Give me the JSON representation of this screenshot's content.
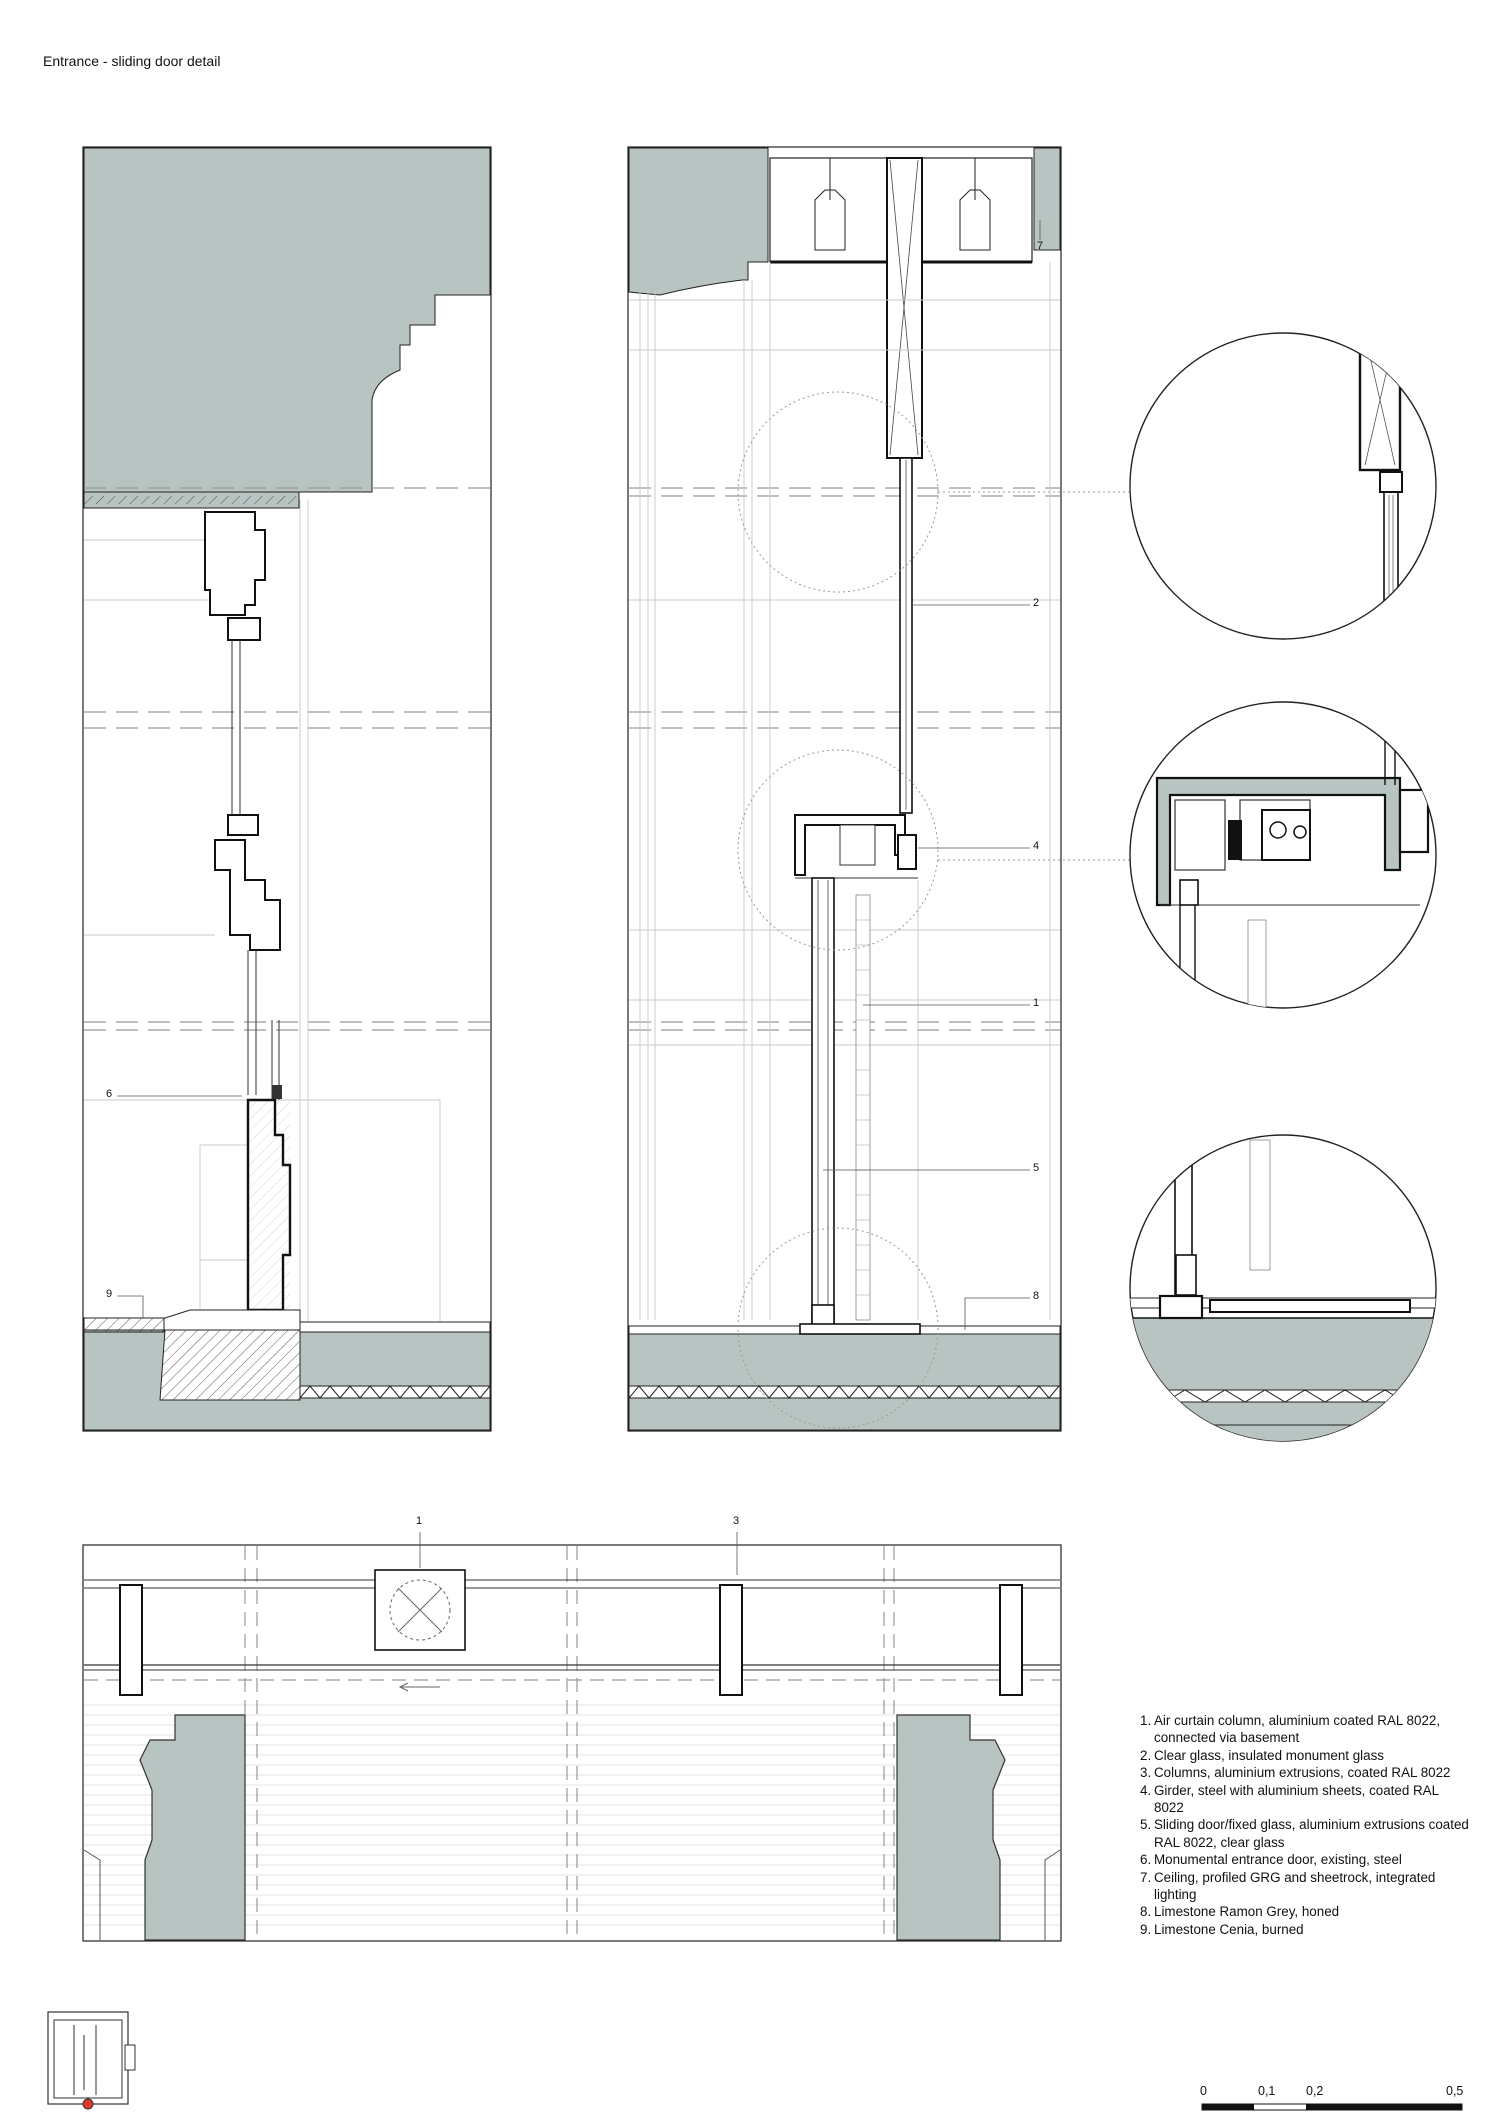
{
  "sheet": {
    "title": "Entrance - sliding door detail"
  },
  "callouts": {
    "c1": "1",
    "c2": "2",
    "c4": "4",
    "c5": "5",
    "c6": "6",
    "c7": "7",
    "c8": "8",
    "c9": "9",
    "plan_c1": "1",
    "plan_c3": "3"
  },
  "legend": [
    {
      "num": "1.",
      "text": "Air curtain column, aluminium coated RAL 8022, connected via basement"
    },
    {
      "num": "2.",
      "text": "Clear glass, insulated monument glass"
    },
    {
      "num": "3.",
      "text": "Columns, aluminium extrusions, coated RAL 8022"
    },
    {
      "num": "4.",
      "text": "Girder, steel with aluminium sheets, coated RAL 8022"
    },
    {
      "num": "5.",
      "text": "Sliding door/fixed glass, aluminium extrusions coated RAL 8022, clear glass"
    },
    {
      "num": "6.",
      "text": "Monumental entrance door, existing, steel"
    },
    {
      "num": "7.",
      "text": "Ceiling, profiled GRG and sheetrock, integrated lighting"
    },
    {
      "num": "8.",
      "text": "Limestone Ramon Grey, honed"
    },
    {
      "num": "9.",
      "text": "Limestone Cenia, burned"
    }
  ],
  "scale_bar": {
    "labels": [
      "0",
      "0,1",
      "0,2",
      "0,5"
    ]
  },
  "colors": {
    "stone_fill": "#b7c4c1",
    "line": "#222222",
    "light_line": "#bbbbbb",
    "key_marker": "#e03a2a"
  }
}
